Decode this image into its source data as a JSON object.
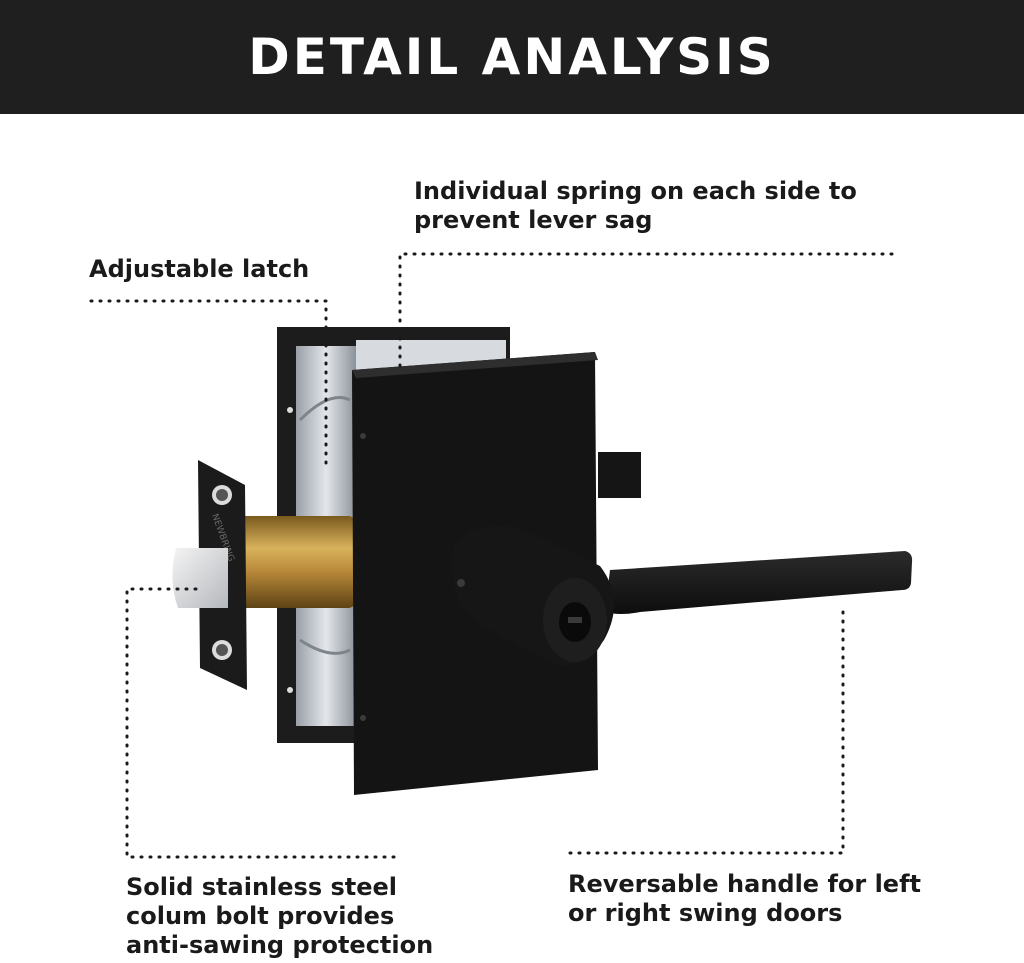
{
  "header": {
    "title": "DETAIL ANALYSIS"
  },
  "callouts": {
    "spring": {
      "line1": "Individual spring on each side to",
      "line2": "prevent lever sag"
    },
    "latch": {
      "line1": "Adjustable latch"
    },
    "bolt": {
      "line1": "Solid stainless steel",
      "line2": "colum bolt provides",
      "line3": "anti-sawing protection"
    },
    "handle": {
      "line1": "Reversable handle for left",
      "line2": "or right swing doors"
    }
  },
  "product_markings": {
    "brand_text": "NEWBRING"
  },
  "colors": {
    "header_bg": "#1f1f1f",
    "header_text": "#ffffff",
    "text": "#1a1a1a",
    "lock_black": "#141414",
    "brass": "#b8893a",
    "steel": "#c9ccd1"
  }
}
